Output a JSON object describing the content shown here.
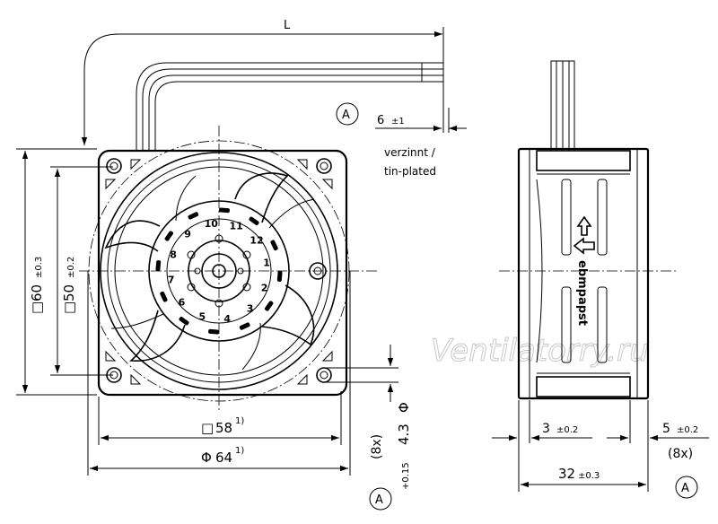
{
  "dimensions": {
    "length": "L",
    "lead_strip": "6",
    "lead_strip_tol": "±1",
    "square_50": "50",
    "square_50_tol": "±0.2",
    "square_60": "60",
    "square_60_tol": "±0.3",
    "square_58": "58",
    "square_58_note": "1)",
    "dia_64": "64",
    "dia_64_note": "1)",
    "hole_dia": "4.3",
    "hole_dia_tol": "+0.15",
    "hole_count": "(8x)",
    "depth_3": "3",
    "depth_3_tol": "±0.2",
    "flange_5": "5",
    "flange_5_tol": "±0.2",
    "flange_count": "(8x)",
    "width_32": "32",
    "width_32_tol": "±0.3"
  },
  "symbols": {
    "square": "□",
    "diameter": "Φ",
    "detail_marker": "A"
  },
  "notes": {
    "plating_de": "verzinnt /",
    "plating_en": "tin-plated"
  },
  "impeller_numbers": [
    "1",
    "2",
    "3",
    "4",
    "5",
    "6",
    "7",
    "8",
    "9",
    "10",
    "11",
    "12"
  ],
  "brand_label": "ebmpapst",
  "watermark": "Ventilatorry.ru"
}
